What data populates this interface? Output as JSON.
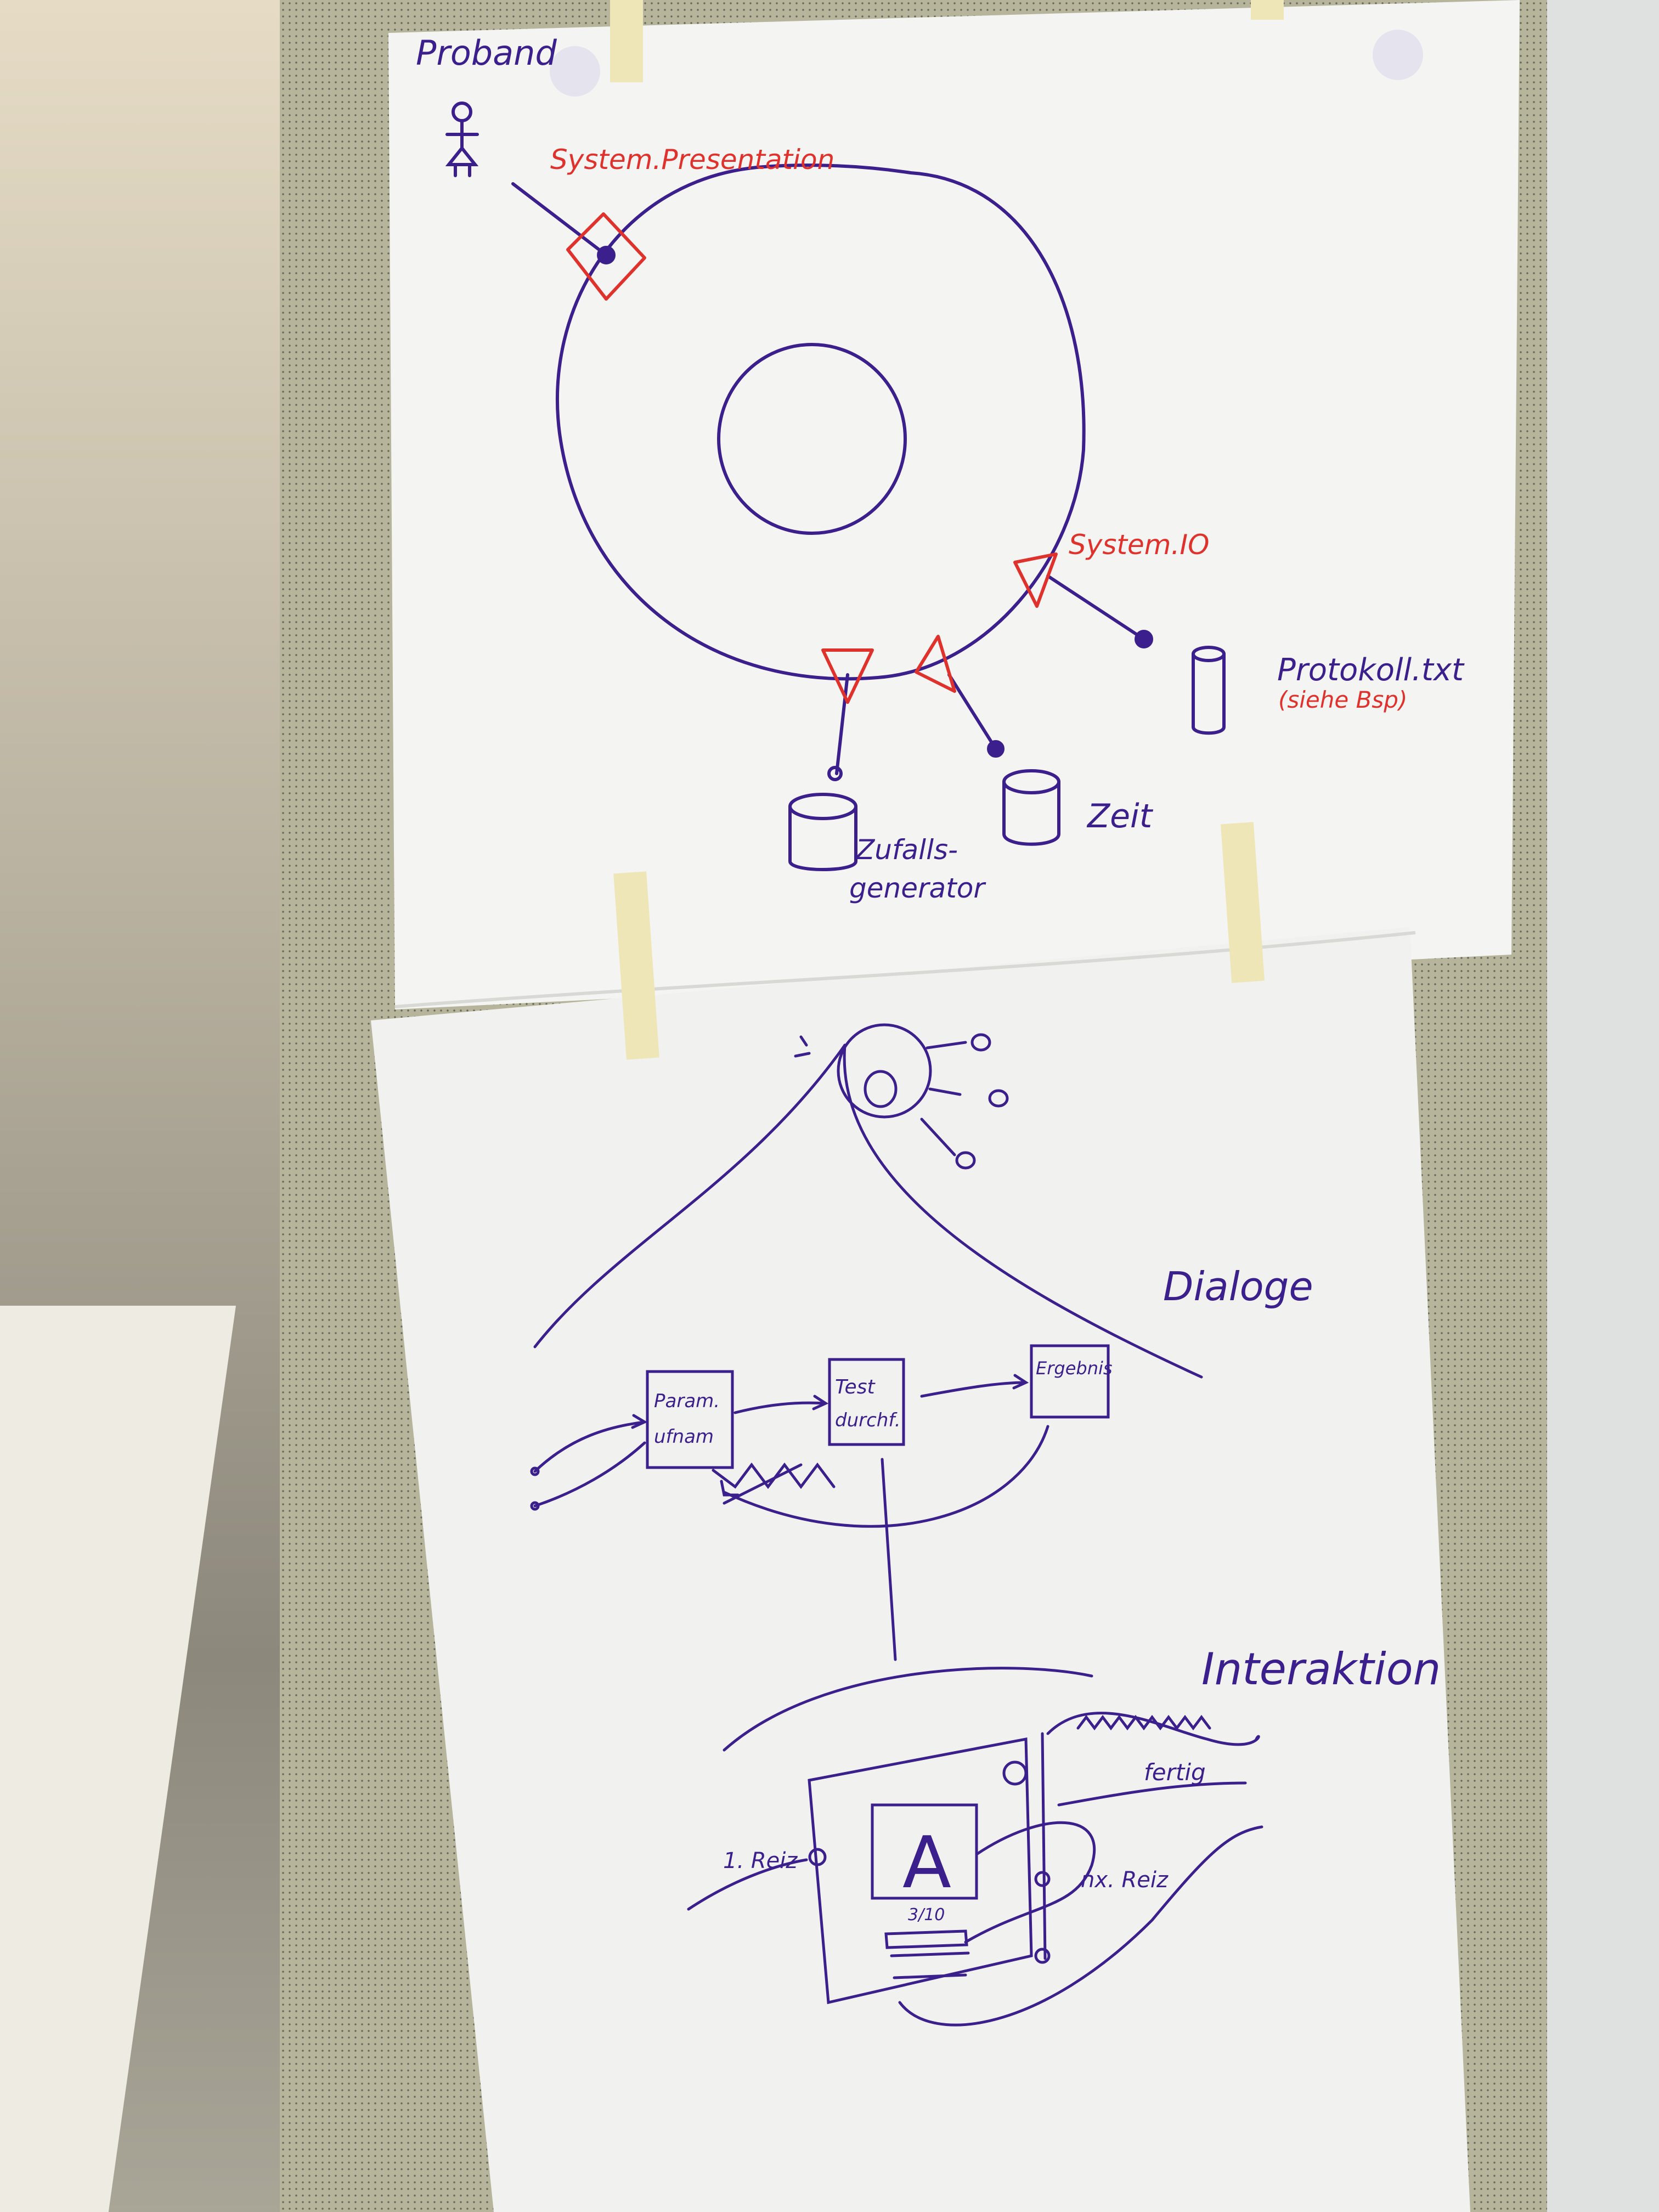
{
  "sheet1": {
    "actor_label": "Proband",
    "ports": {
      "presentation_label": "System.Presentation",
      "io_label": "System.IO"
    },
    "stores": {
      "random_label_line1": "Zufalls-",
      "random_label_line2": "generator",
      "time_label": "Zeit",
      "log_label": "Protokoll.txt",
      "log_note": "(siehe Bsp)"
    }
  },
  "sheet2": {
    "dialog_label": "Dialoge",
    "boxes": {
      "params_line1": "Param.",
      "params_line2": "ufnam",
      "test_line1": "Test",
      "test_line2": "durchf.",
      "result_label": "Ergebnis"
    },
    "ui_sketch": {
      "heading": "Interaktion",
      "glyph": "A",
      "counter": "3/10",
      "first_stimulus": "1. Reiz",
      "next_stimulus": "nx. Reiz",
      "done": "fertig"
    }
  },
  "colors": {
    "ink_blue": "#3b1f8c",
    "ink_red": "#e0322c",
    "paper": "#f4f4f2",
    "tape": "#efe6b8"
  }
}
